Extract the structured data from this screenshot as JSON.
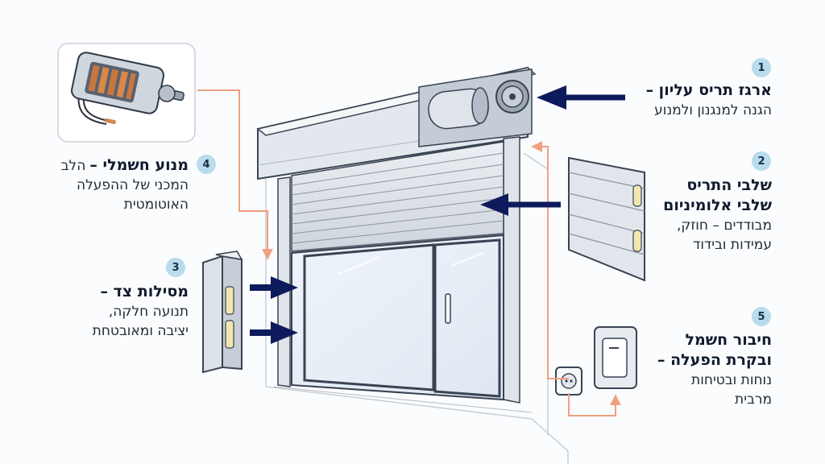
{
  "callouts": [
    {
      "number": "1",
      "title": "ארגז תריס עליון –",
      "lines": [
        "הגנה למנגנון ולמנוע"
      ]
    },
    {
      "number": "2",
      "title": "שלבי התריס",
      "title2": "שלבי אלומיניום",
      "lines": [
        "מבודדים – חוזק,",
        "עמידות ובידוד"
      ]
    },
    {
      "number": "3",
      "title": "מסילות צד –",
      "lines": [
        "תנועה חלקה,",
        "יציבה ומאובטחת"
      ]
    },
    {
      "number": "4",
      "title": "מנוע חשמלי –",
      "title_rest": "הלב",
      "lines": [
        "המכני של ההפעלה",
        "האוטומטית"
      ]
    },
    {
      "number": "5",
      "title": "חיבור חשמל",
      "title2": "ובקרת הפעלה –",
      "lines": [
        "נוחות ובטיחות",
        "מרבית"
      ]
    }
  ],
  "colors": {
    "arrow": "#0d1b5c",
    "leader": "#f0a080",
    "badge": "#b8dcec",
    "metal": "#d9dee5",
    "outline": "#3a4454"
  }
}
